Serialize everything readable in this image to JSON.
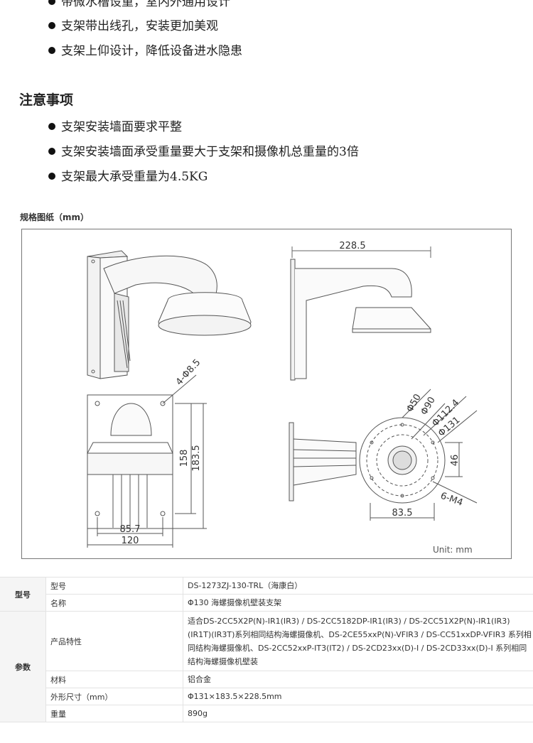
{
  "features": [
    "带微水槽设重，室内外通用设计",
    "支架带出线孔，安装更加美观",
    "支架上仰设计，降低设备进水隐患"
  ],
  "notes_title": "注意事项",
  "notes": [
    "支架安装墙面要求平整",
    "支架安装墙面承受重量要大于支架和摄像机总重量的3倍",
    "支架最大承受重量为4.5KG"
  ],
  "spec_drawing_title": "规格图纸（mm）",
  "drawing": {
    "dim_length": "228.5",
    "dim_holes": "4-Φ8.5",
    "dim_height_inner": "158",
    "dim_height_outer": "183.5",
    "dim_width_inner": "85.7",
    "dim_width_outer": "120",
    "dim_d50": "Φ50",
    "dim_d90": "Φ90",
    "dim_d112": "Φ112.4",
    "dim_d131": "Φ131",
    "dim_46": "46",
    "dim_m4": "6-M4",
    "dim_83": "83.5",
    "unit": "Unit:  mm"
  },
  "specs": {
    "group_model": "型号",
    "group_params": "参数",
    "rows": [
      {
        "label": "型号",
        "value": "DS-1273ZJ-130-TRL（海康白）"
      },
      {
        "label": "名称",
        "value": "Φ130 海螺摄像机壁装支架"
      },
      {
        "label": "产品特性",
        "value": "适合DS-2CC5X2P(N)-IR1(IR3) / DS-2CC5182DP-IR1(IR3) / DS-2CC51X2P(N)-IR1(IR3)(IR1T)(IR3T)系列相同结构海螺摄像机、DS-2CE55xxP(N)-VFIR3 / DS-CC51xxDP-VFIR3 系列相同结构海螺摄像机、DS-2CC52xxP-IT3(IT2) / DS-2CD23xx(D)-I / DS-2CD33xx(D)-I 系列相同结构海螺摄像机壁装"
      },
      {
        "label": "材料",
        "value": "铝合金"
      },
      {
        "label": "外形尺寸（mm）",
        "value": "Φ131×183.5×228.5mm"
      },
      {
        "label": "重量",
        "value": "890g"
      }
    ]
  }
}
